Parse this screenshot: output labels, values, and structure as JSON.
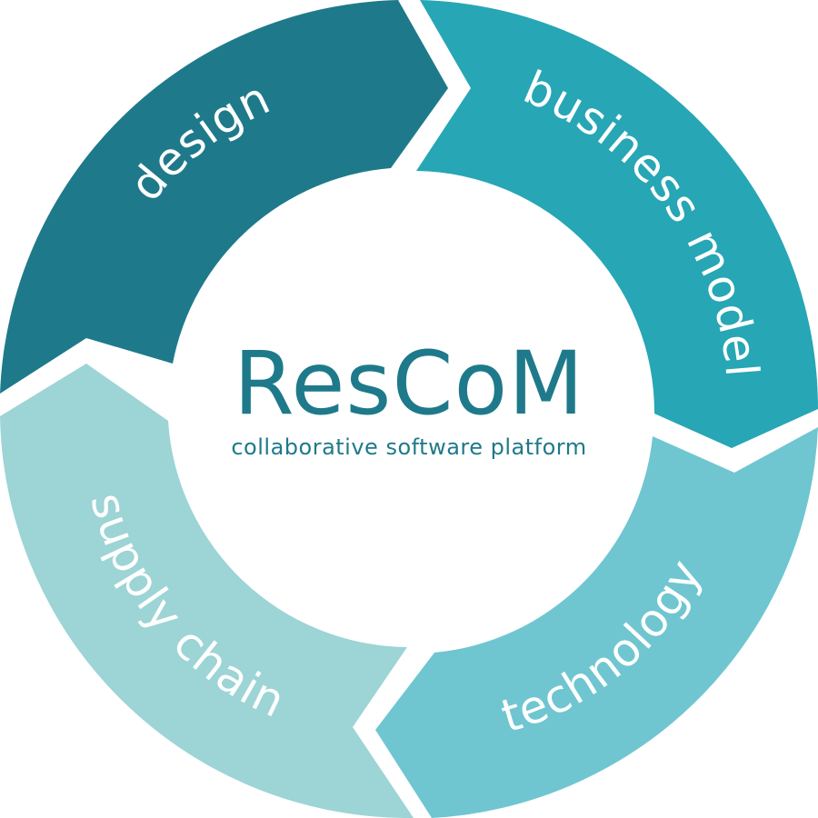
{
  "center": {
    "title": "ResCoM",
    "subtitle": "collaborative software platform",
    "color": "#1e7a8a"
  },
  "segments": [
    {
      "label": "design",
      "color": "#1e7a8a"
    },
    {
      "label": "business model",
      "color": "#27a6b5"
    },
    {
      "label": "technology",
      "color": "#6fc6d1"
    },
    {
      "label": "supply chain",
      "color": "#9dd4d5"
    }
  ],
  "label_color": "#ffffff",
  "background": "#ffffff"
}
